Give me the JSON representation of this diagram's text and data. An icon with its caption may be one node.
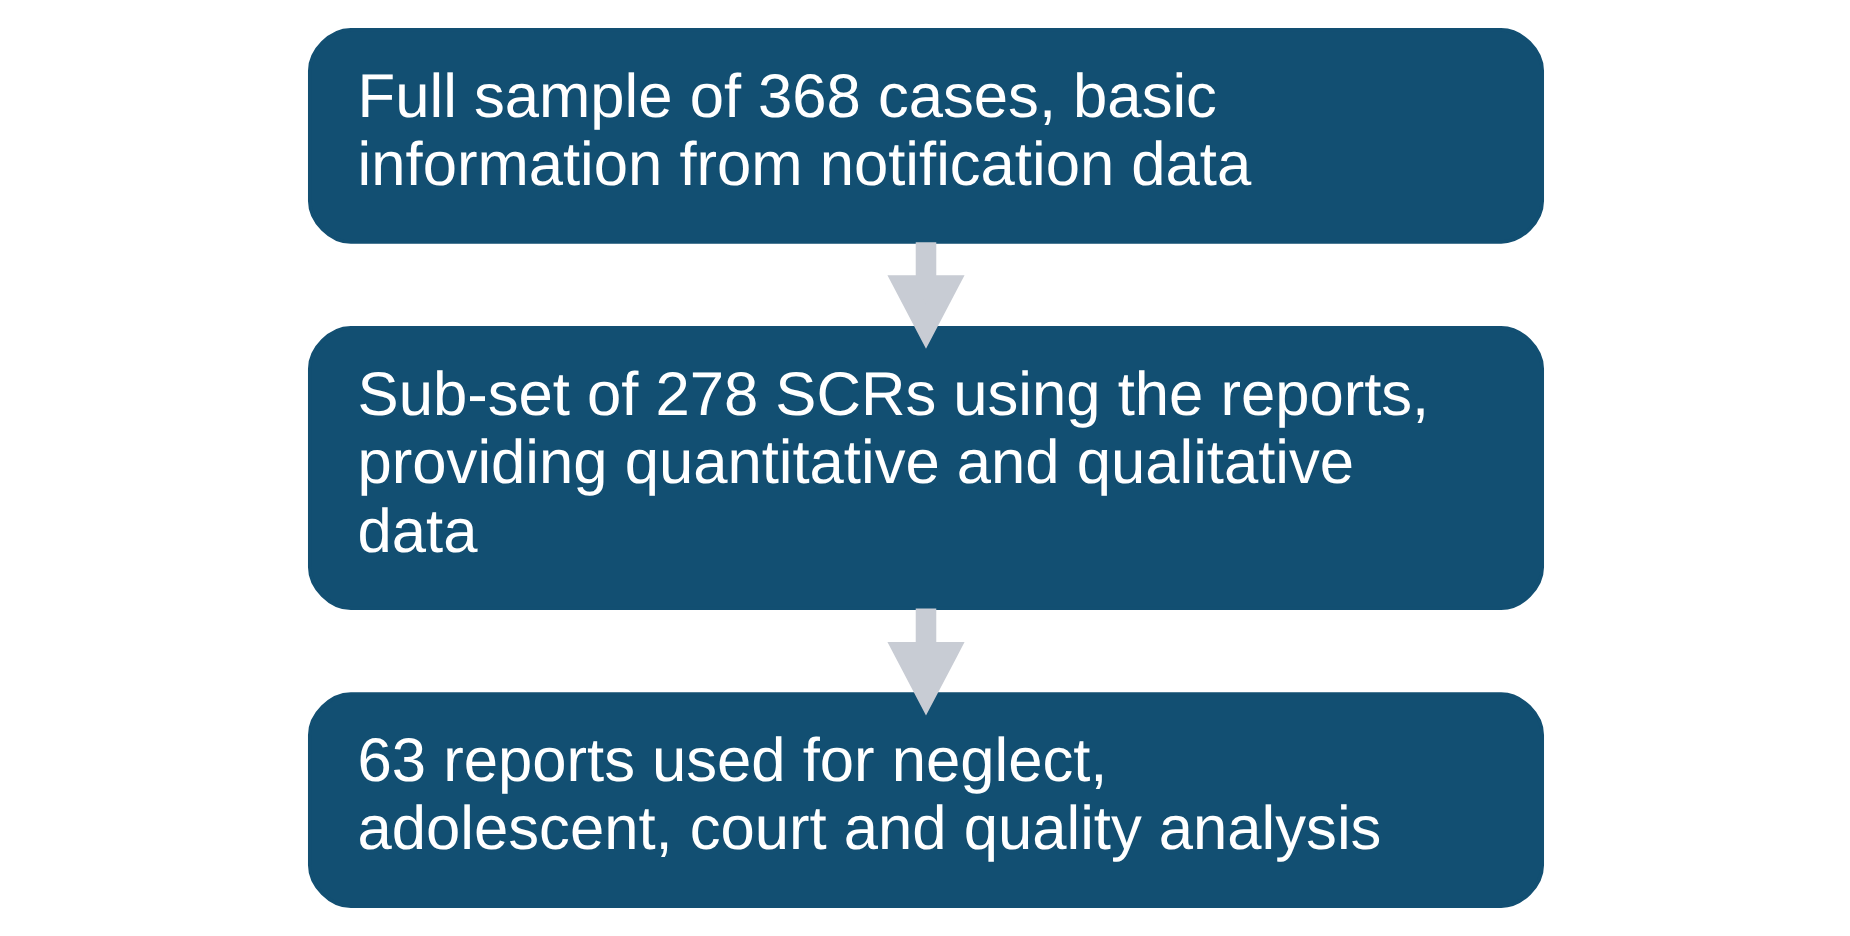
{
  "diagram": {
    "nodes": [
      {
        "text": [
          "Full sample of 368 cases, basic information from notification data"
        ]
      },
      {
        "text": [
          "Sub-set of 278 SCRs using the reports, providing quantitative and qualitative data"
        ]
      },
      {
        "text": [
          "63 reports used for neglect, adolescent, court and quality analysis"
        ]
      }
    ],
    "edges": [
      {
        "from": 0,
        "to": 1,
        "arrow": "to"
      },
      {
        "from": 1,
        "to": 2,
        "arrow": "to"
      }
    ]
  }
}
